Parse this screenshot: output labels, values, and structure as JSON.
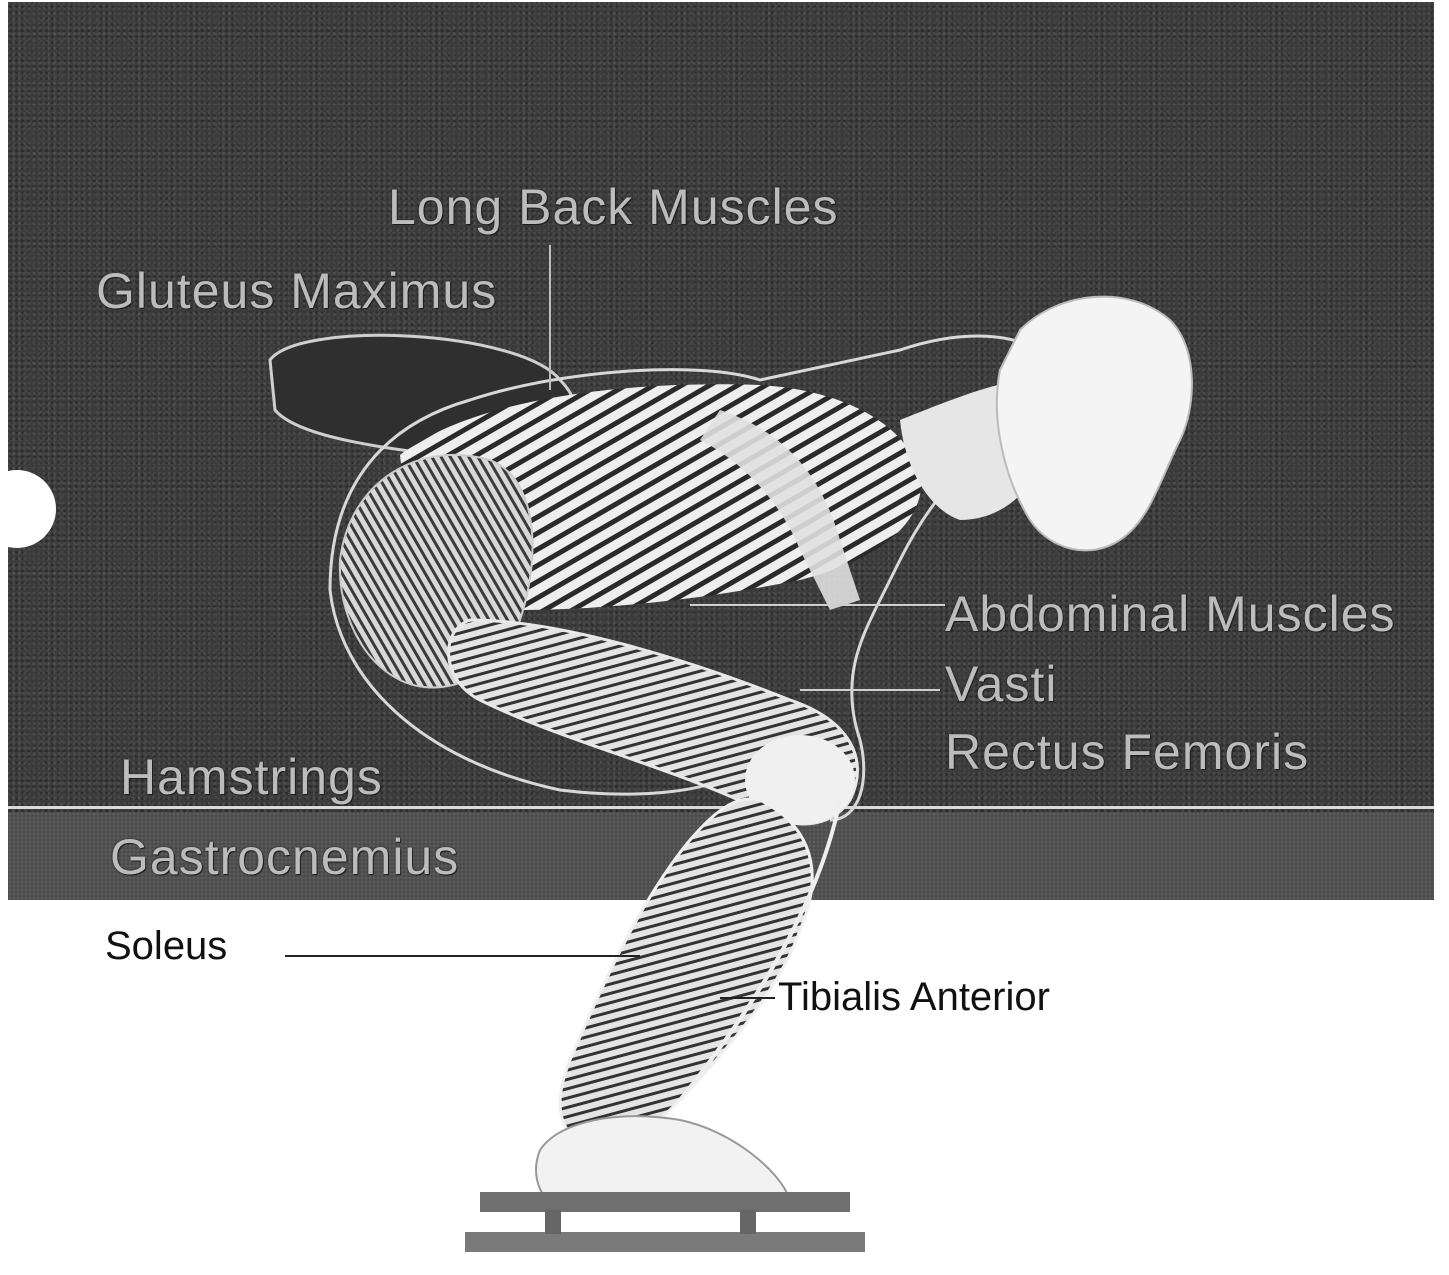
{
  "labels": {
    "long_back_muscles": "Long Back Muscles",
    "gluteus_maximus": "Gluteus Maximus",
    "abdominal_muscles": "Abdominal Muscles",
    "vasti": "Vasti",
    "rectus_femoris": "Rectus Femoris",
    "hamstrings": "Hamstrings",
    "gastrocnemius": "Gastrocnemius",
    "soleus": "Soleus",
    "tibialis_anterior": "Tibialis Anterior"
  },
  "colors": {
    "background_dark": "#3b3b3b",
    "label_on_dark": "#bcbcbc",
    "figure_light": "#eeeeee",
    "muscle_stripes": "#2a2a2a",
    "label_on_light": "#111111"
  }
}
